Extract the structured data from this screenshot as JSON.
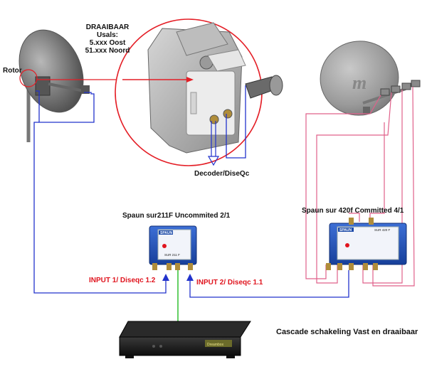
{
  "diagram": {
    "title": "Cascade schakeling Vast en draaibaar",
    "rotor_label": "Rotor",
    "rotor_dish_note": {
      "line1": "DRAAIBAAR",
      "line2": "Usals:",
      "line3": "5.xxx Oost",
      "line4": "51.xxx Noord"
    },
    "decoder_label": "Decoder/DiseQc",
    "switch_left": {
      "caption": "Spaun sur211F Uncommited 2/1",
      "brand": "SPAUN",
      "model": "SUR 211 F"
    },
    "switch_right": {
      "caption": "Spaun sur 420f Committed 4/1",
      "brand": "SPAUN",
      "model": "SUR 420 F"
    },
    "input1": "INPUT 1/ Diseqc 1.2",
    "input2": "INPUT 2/ Diseqc 1.1",
    "receiver_display": "Dreambox"
  },
  "colors": {
    "blue_cable": "#2233cc",
    "pink_cable": "#e0608a",
    "green_cable": "#22bb22",
    "red_accent": "#e0141e",
    "zoom_circle": "#e41e26"
  }
}
